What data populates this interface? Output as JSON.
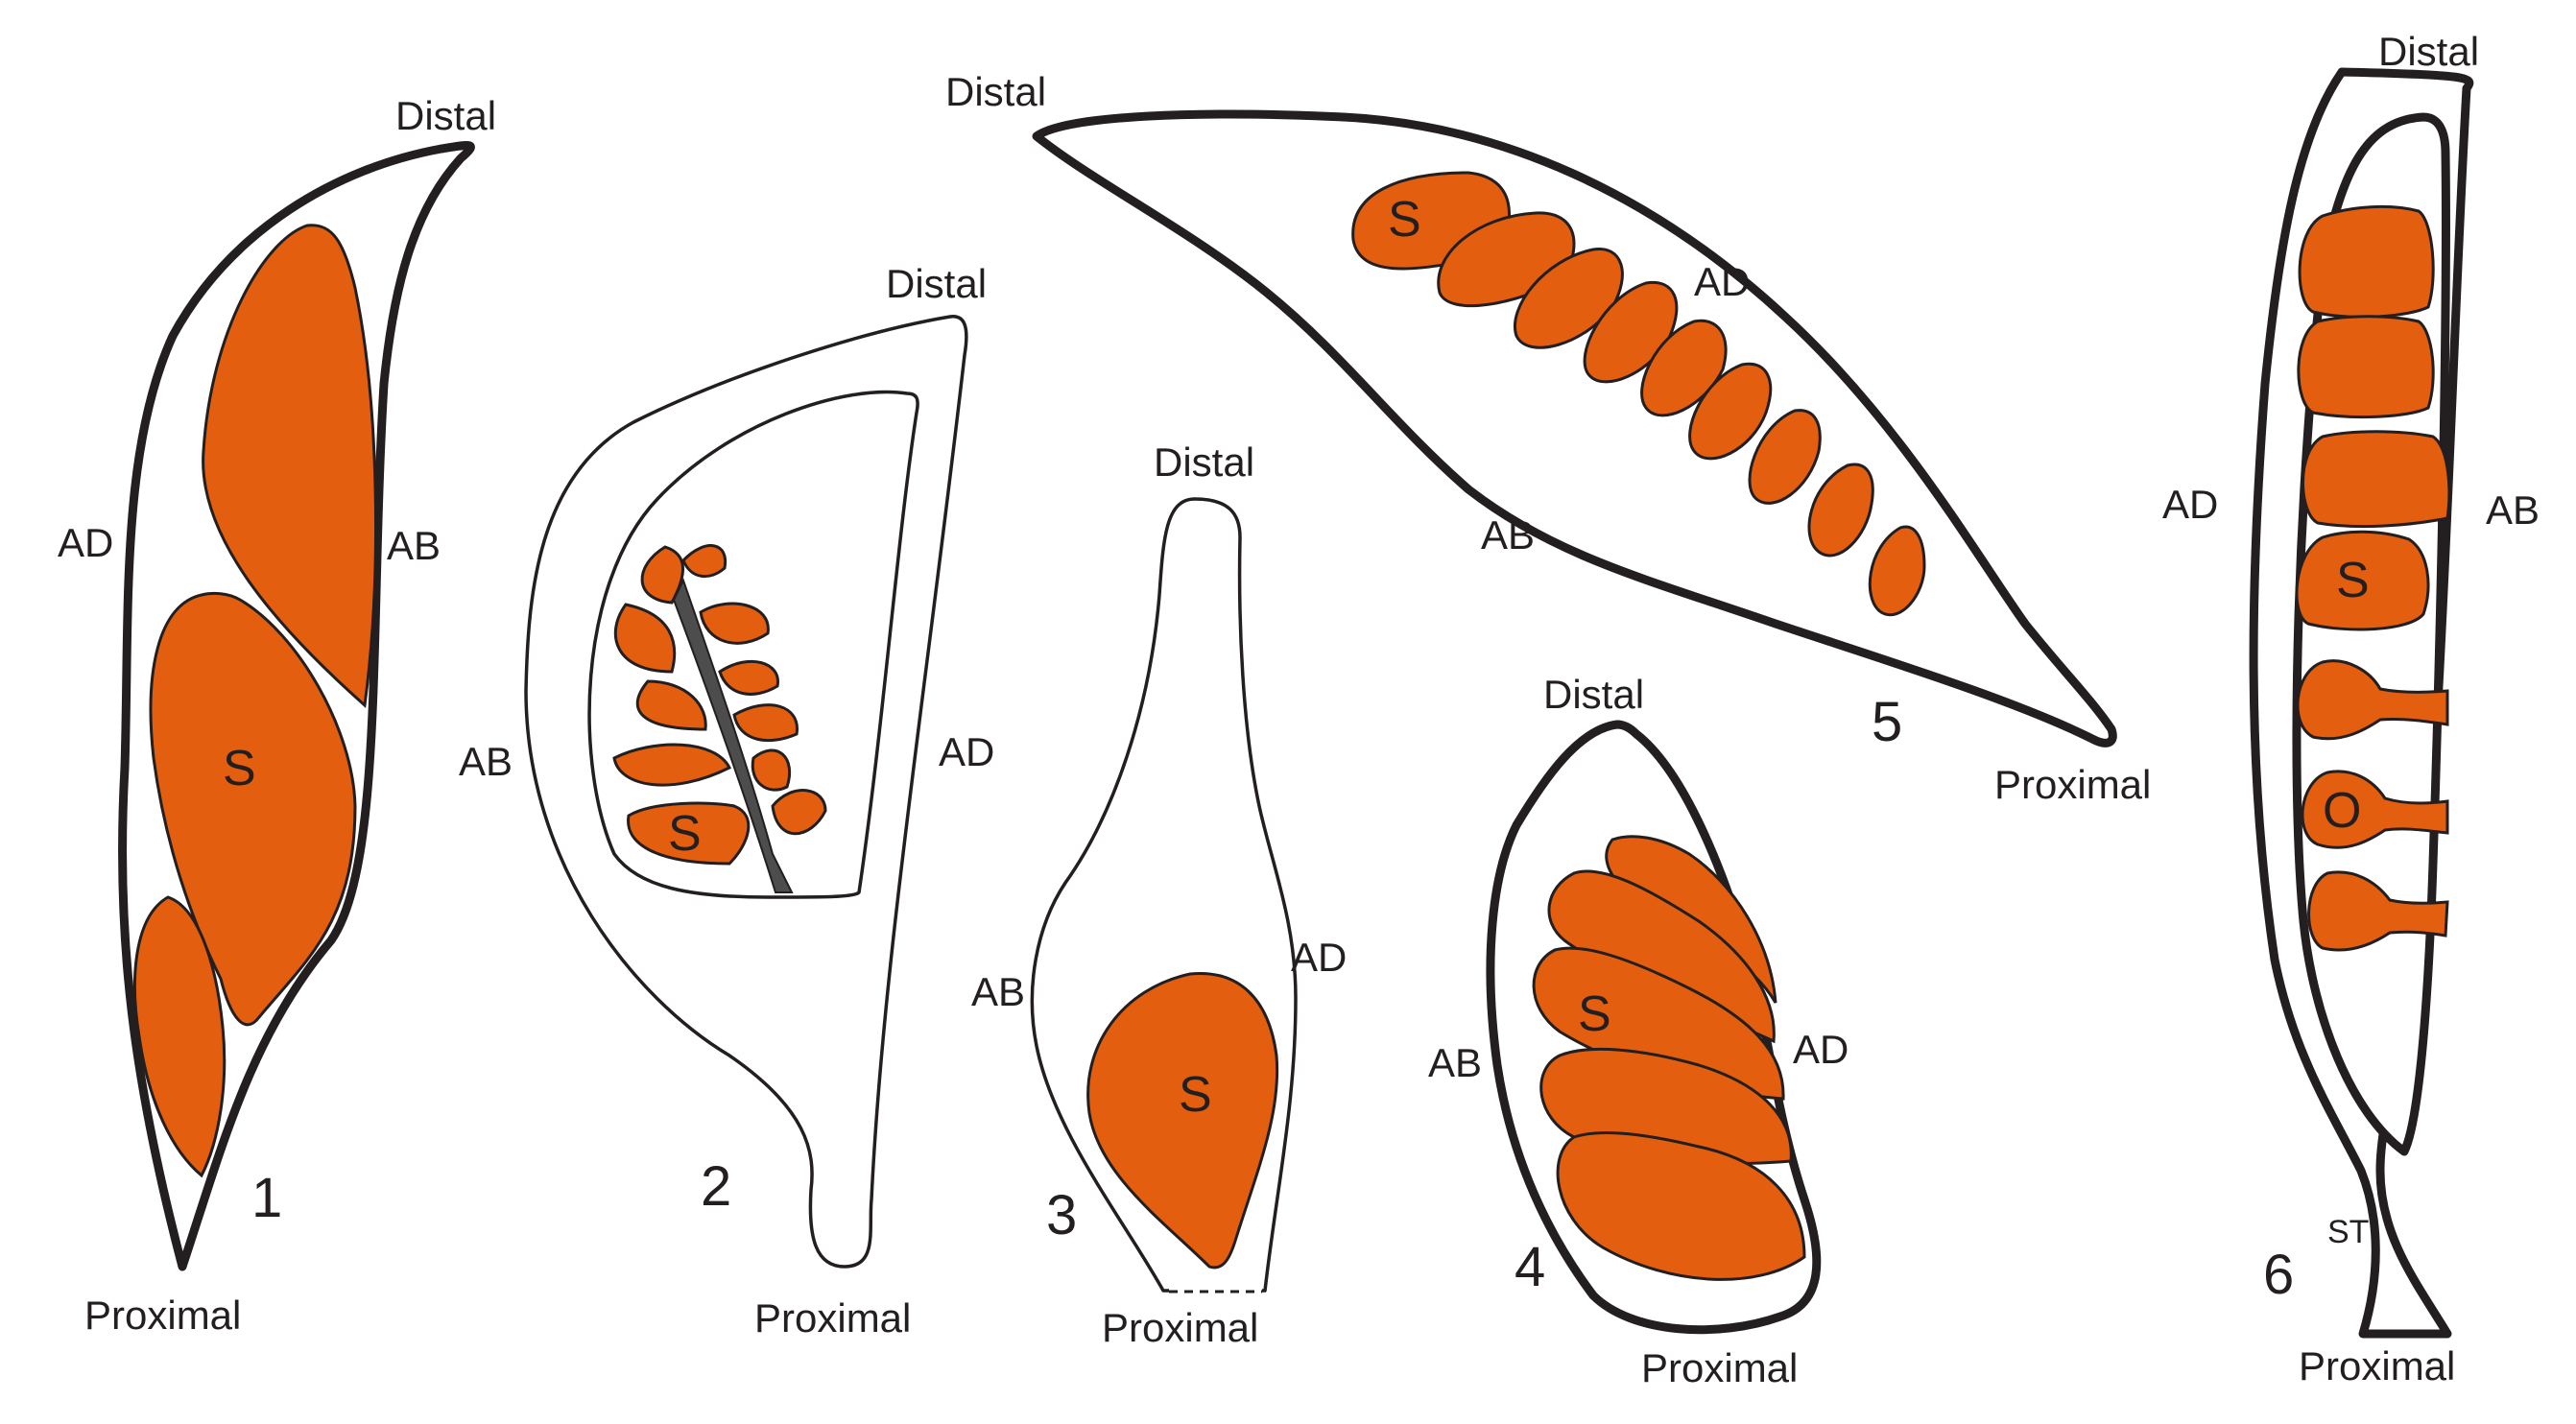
{
  "colors": {
    "structure": "#e35f0f",
    "outline": "#231f20",
    "axis": "#4d4d4d"
  },
  "labels": {
    "distal": "Distal",
    "proximal": "Proximal",
    "adaxial": "AD",
    "abaxial": "AB",
    "seed": "S",
    "ovule": "O",
    "stalk": "ST"
  },
  "panels": [
    {
      "number": "1"
    },
    {
      "number": "2"
    },
    {
      "number": "3"
    },
    {
      "number": "4"
    },
    {
      "number": "5"
    },
    {
      "number": "6"
    }
  ]
}
